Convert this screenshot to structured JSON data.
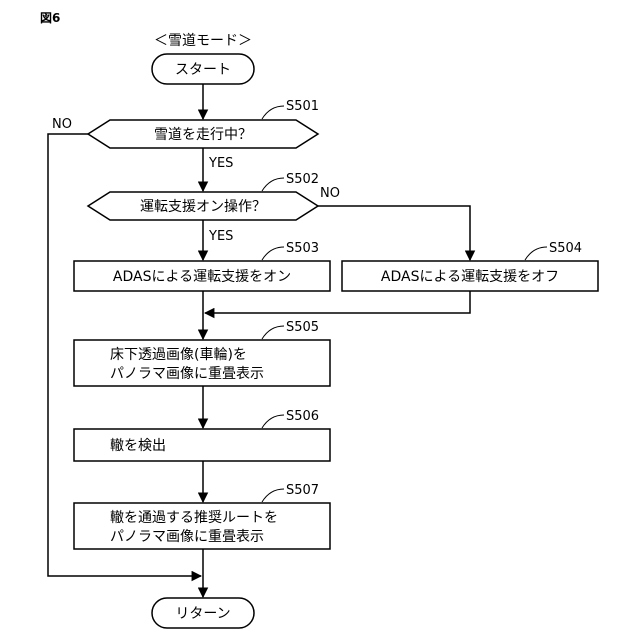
{
  "figure_label": "図6",
  "mode_title": "＜雪道モード＞",
  "nodes": {
    "start": "スタート",
    "s501": "雪道を走行中？",
    "s502": "運転支援オン操作？",
    "s503": "ADASによる運転支援をオン",
    "s504": "ADASによる運転支援をオフ",
    "s505_line1": "床下透過画像(車輪)を",
    "s505_line2": "パノラマ画像に重畳表示",
    "s506": "轍を検出",
    "s507_line1": "轍を通過する推奨ルートを",
    "s507_line2": "パノラマ画像に重畳表示",
    "return": "リターン"
  },
  "step_ids": {
    "s501": "S501",
    "s502": "S502",
    "s503": "S503",
    "s504": "S504",
    "s505": "S505",
    "s506": "S506",
    "s507": "S507"
  },
  "branches": {
    "s501_no": "NO",
    "s501_yes": "YES",
    "s502_no": "NO",
    "s502_yes": "YES"
  }
}
